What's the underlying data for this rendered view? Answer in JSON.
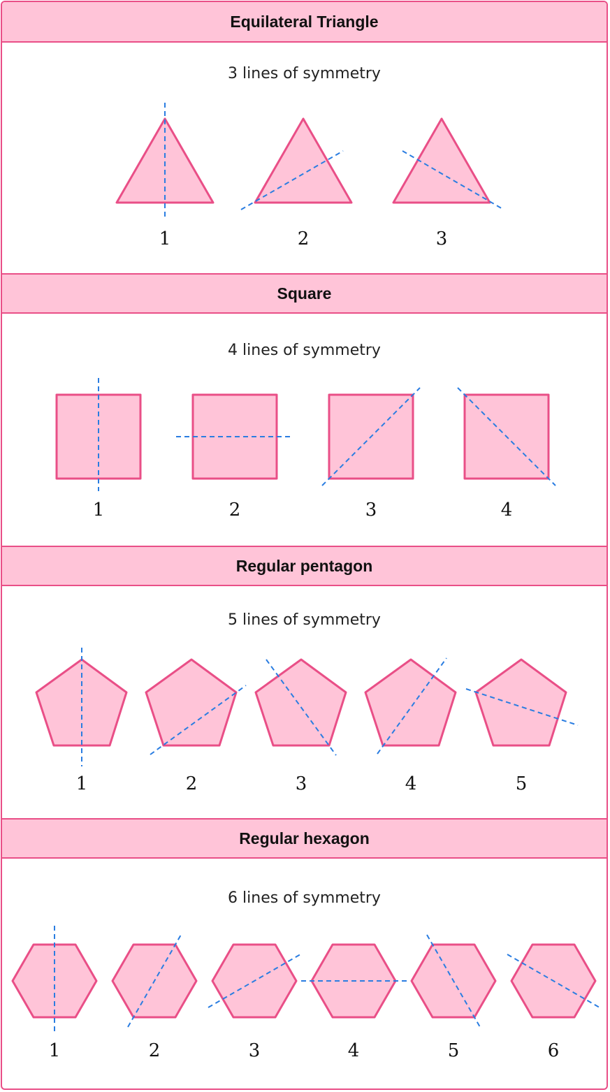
{
  "colors": {
    "fill": "#ffc4d8",
    "stroke": "#e94f87",
    "axis": "#2a7de1"
  },
  "sections": [
    {
      "title": "Equilateral Triangle",
      "subtitle": "3 lines of symmetry",
      "labels": [
        "1",
        "2",
        "3"
      ]
    },
    {
      "title": "Square",
      "subtitle": "4 lines of symmetry",
      "labels": [
        "1",
        "2",
        "3",
        "4"
      ]
    },
    {
      "title": "Regular pentagon",
      "subtitle": "5 lines of symmetry",
      "labels": [
        "1",
        "2",
        "3",
        "4",
        "5"
      ]
    },
    {
      "title": "Regular hexagon",
      "subtitle": "6 lines of symmetry",
      "labels": [
        "1",
        "2",
        "3",
        "4",
        "5",
        "6"
      ]
    }
  ]
}
